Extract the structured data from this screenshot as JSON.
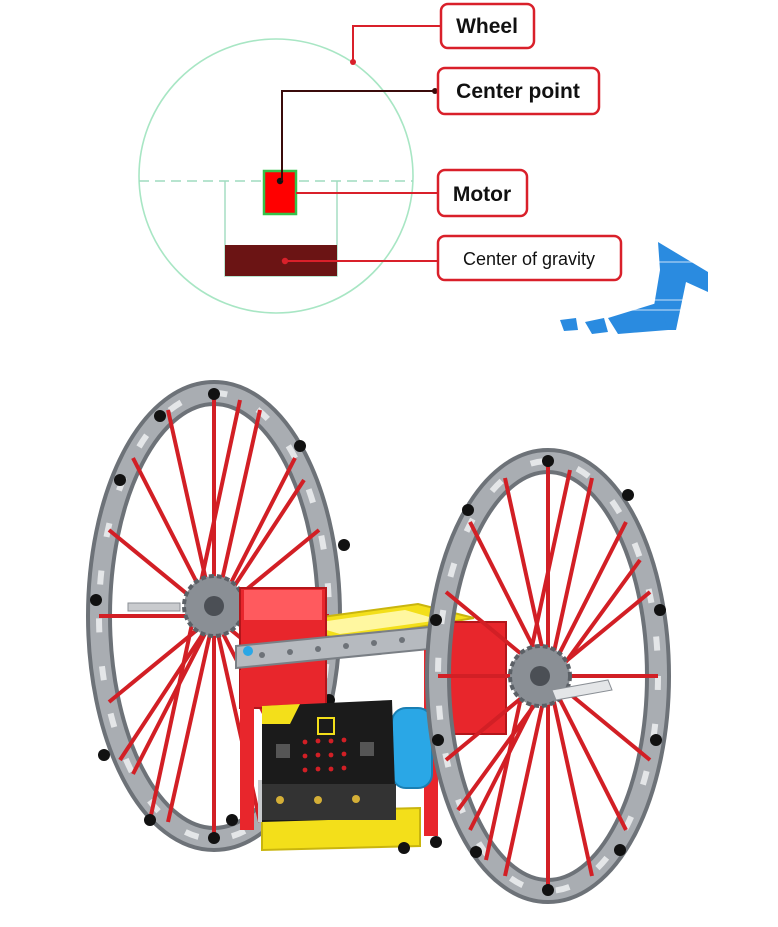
{
  "diagram": {
    "labels": {
      "wheel": "Wheel",
      "center_point": "Center point",
      "motor": "Motor",
      "center_of_gravity": "Center of gravity"
    },
    "colors": {
      "wheel_outline": "#a8e6c4",
      "callout": "#d9202a",
      "leader_dark": "#3a0b0b",
      "motor_fill": "#ff0000",
      "motor_border": "#35c24a",
      "gravity_block": "#6b1414",
      "frame_outline": "#9fdcbf",
      "logo_blue": "#2a8be0"
    }
  },
  "illustration": {
    "subject": "two-wheeled robot with micro:bit board and red-spoked wheels",
    "colors": {
      "spoke": "#d21f25",
      "rim": "#a9adb2",
      "rim_dark": "#6d7278",
      "body_red": "#e8262c",
      "body_yellow": "#f3df1a",
      "board_black": "#1b1b1b",
      "battery_blue": "#2aa7e6",
      "gear_gray": "#8a8f95"
    }
  }
}
